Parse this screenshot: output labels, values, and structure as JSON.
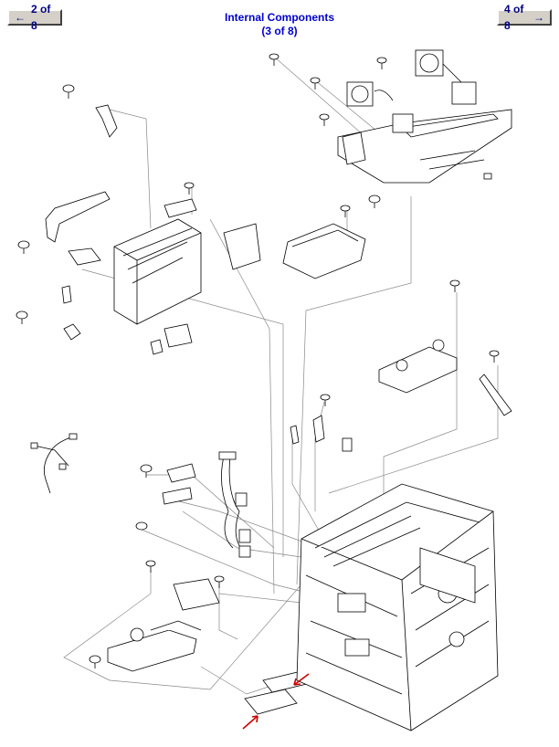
{
  "header": {
    "title": "Internal Components",
    "subtitle": "(3 of 8)",
    "prev_label": "2 of 8",
    "next_label": "4 of 8",
    "prev_icon": "arrow-left-icon",
    "next_icon": "arrow-right-icon"
  },
  "colors": {
    "nav_text": "#000080",
    "title_text": "#0000cc",
    "button_face": "#d4d0c8",
    "callout_arrow": "#cc0000",
    "line_art": "#000000"
  }
}
